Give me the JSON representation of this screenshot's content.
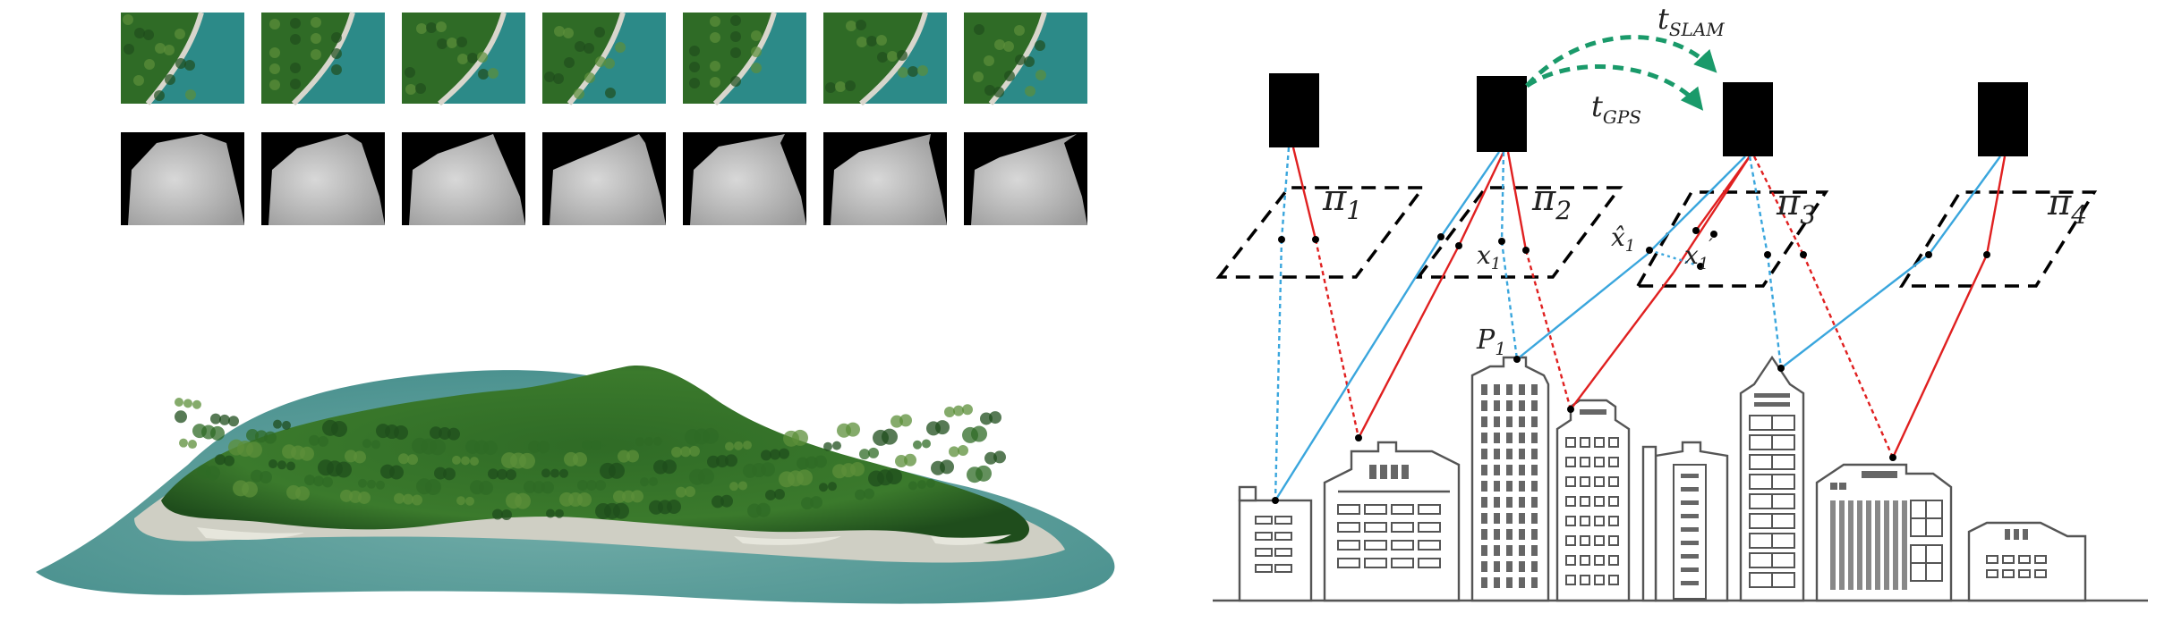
{
  "figure": {
    "left": {
      "aerial_sequence_count": 7,
      "depth_sequence_count": 7,
      "colors": {
        "forest_dark": "#1f4d1c",
        "forest_mid": "#2f6b26",
        "forest_light": "#5c8f3a",
        "sea": "#2c8a88",
        "sea_dark": "#1b5f63",
        "sand": "#d8d6cc",
        "depth_bg": "#000000",
        "depth_light": "#d8d8d8",
        "depth_mid": "#a8a8a8"
      }
    },
    "right": {
      "labels": {
        "t_slam": "t",
        "t_slam_sub": "SLAM",
        "t_gps": "t",
        "t_gps_sub": "GPS",
        "pi1": "π",
        "pi1_sub": "1",
        "pi2": "π",
        "pi2_sub": "2",
        "pi3": "π",
        "pi3_sub": "3",
        "pi4": "π",
        "pi4_sub": "4",
        "x1": "x",
        "x1_sub": "1",
        "x1hat": "x̂",
        "x1hat_sub": "1",
        "x1prime": "x",
        "x1prime_sub": "1",
        "x1prime_sup": "′",
        "p1": "P",
        "p1_sub": "1"
      },
      "colors": {
        "camera": "#000000",
        "ray_blue": "#3aa6dd",
        "ray_red": "#e02020",
        "arrow_green": "#1a9a6a",
        "outline": "#555555"
      }
    }
  }
}
